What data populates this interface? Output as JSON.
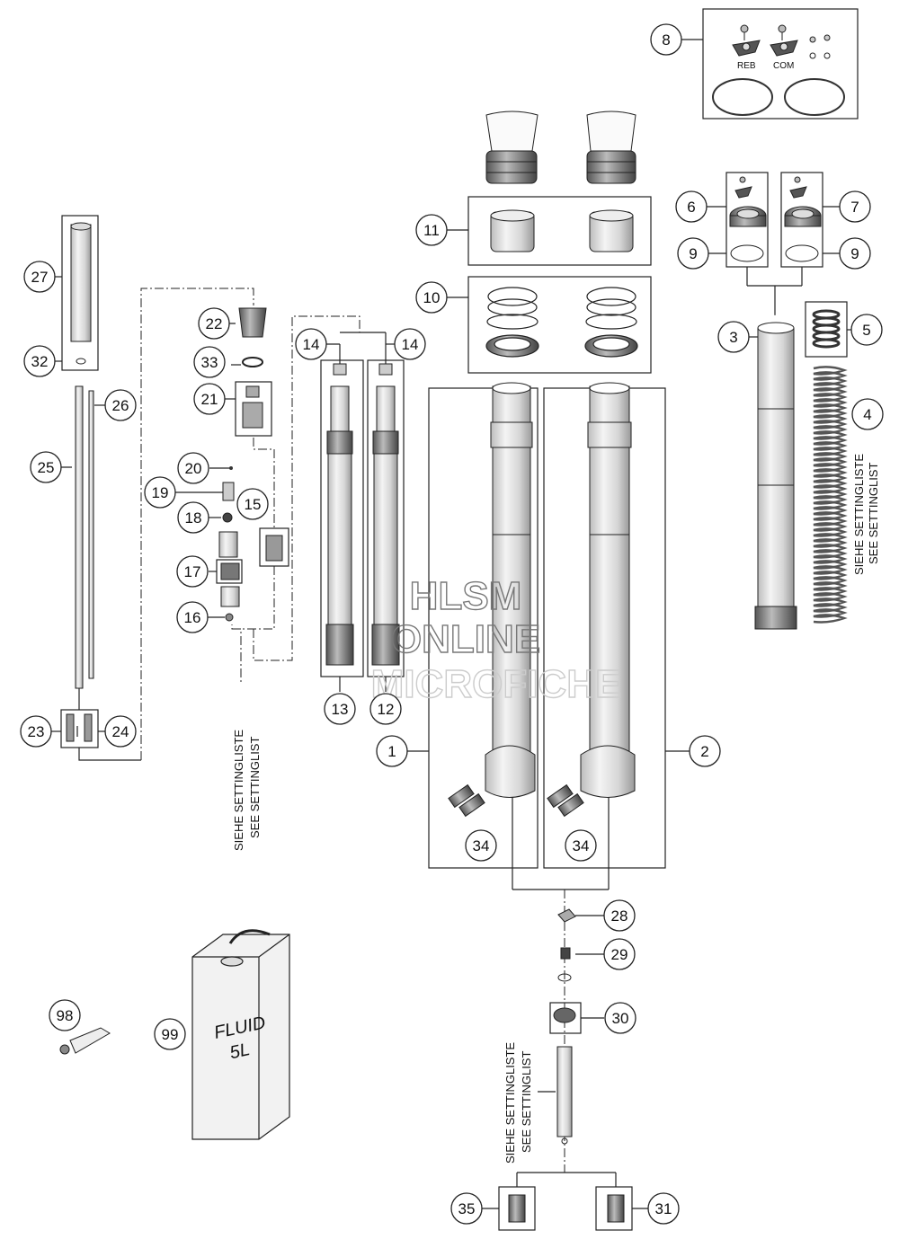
{
  "callouts": [
    {
      "id": "c1",
      "text": "1"
    },
    {
      "id": "c2",
      "text": "2"
    },
    {
      "id": "c3",
      "text": "3"
    },
    {
      "id": "c4",
      "text": "4"
    },
    {
      "id": "c5",
      "text": "5"
    },
    {
      "id": "c6",
      "text": "6"
    },
    {
      "id": "c7",
      "text": "7"
    },
    {
      "id": "c8",
      "text": "8"
    },
    {
      "id": "c9a",
      "text": "9"
    },
    {
      "id": "c9b",
      "text": "9"
    },
    {
      "id": "c10",
      "text": "10"
    },
    {
      "id": "c11",
      "text": "11"
    },
    {
      "id": "c12",
      "text": "12"
    },
    {
      "id": "c13",
      "text": "13"
    },
    {
      "id": "c14a",
      "text": "14"
    },
    {
      "id": "c14b",
      "text": "14"
    },
    {
      "id": "c15",
      "text": "15"
    },
    {
      "id": "c16",
      "text": "16"
    },
    {
      "id": "c17",
      "text": "17"
    },
    {
      "id": "c18",
      "text": "18"
    },
    {
      "id": "c19",
      "text": "19"
    },
    {
      "id": "c20",
      "text": "20"
    },
    {
      "id": "c21",
      "text": "21"
    },
    {
      "id": "c22",
      "text": "22"
    },
    {
      "id": "c23",
      "text": "23"
    },
    {
      "id": "c24",
      "text": "24"
    },
    {
      "id": "c25",
      "text": "25"
    },
    {
      "id": "c26",
      "text": "26"
    },
    {
      "id": "c27",
      "text": "27"
    },
    {
      "id": "c28",
      "text": "28"
    },
    {
      "id": "c29",
      "text": "29"
    },
    {
      "id": "c30",
      "text": "30"
    },
    {
      "id": "c31",
      "text": "31"
    },
    {
      "id": "c32",
      "text": "32"
    },
    {
      "id": "c33",
      "text": "33"
    },
    {
      "id": "c34a",
      "text": "34"
    },
    {
      "id": "c34b",
      "text": "34"
    },
    {
      "id": "c35",
      "text": "35"
    },
    {
      "id": "c98",
      "text": "98"
    },
    {
      "id": "c99",
      "text": "99"
    }
  ],
  "labels": {
    "reb": "REB",
    "com": "COM",
    "fluid_line1": "FLUID",
    "fluid_line2": "5L",
    "setting_de": "SIEHE SETTINGLISTE",
    "setting_en": "SEE SETTINGLIST"
  },
  "watermark": {
    "line1": "HLSM",
    "line2": "ONLINE",
    "line3": "MICROFICHE"
  }
}
